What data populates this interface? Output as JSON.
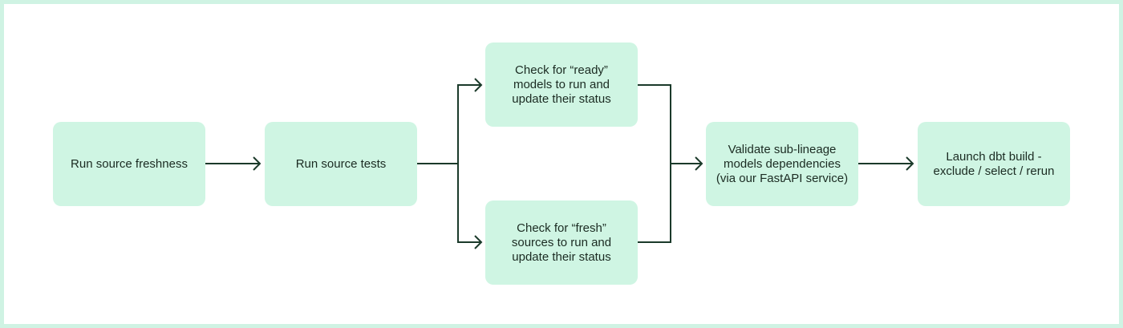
{
  "diagram": {
    "colors": {
      "node_fill": "#cff5e3",
      "frame_border": "#cff3e3",
      "connector": "#1b3a2a",
      "text": "#1b2b22"
    },
    "nodes": [
      {
        "id": "run-source-freshness",
        "label": "Run source freshness"
      },
      {
        "id": "run-source-tests",
        "label": "Run source tests"
      },
      {
        "id": "check-ready-models",
        "label": "Check for “ready”\nmodels to run and\nupdate their status"
      },
      {
        "id": "check-fresh-sources",
        "label": "Check for “fresh”\nsources to run and\nupdate their status"
      },
      {
        "id": "validate-sub-lineage",
        "label": "Validate sub-lineage\nmodels dependencies\n(via our FastAPI service)"
      },
      {
        "id": "launch-dbt-build",
        "label": "Launch dbt build -\nexclude / select / rerun"
      }
    ],
    "edges": [
      {
        "from": "run-source-freshness",
        "to": "run-source-tests"
      },
      {
        "from": "run-source-tests",
        "to": "check-ready-models"
      },
      {
        "from": "run-source-tests",
        "to": "check-fresh-sources"
      },
      {
        "from": "check-ready-models",
        "to": "validate-sub-lineage"
      },
      {
        "from": "check-fresh-sources",
        "to": "validate-sub-lineage"
      },
      {
        "from": "validate-sub-lineage",
        "to": "launch-dbt-build"
      }
    ]
  }
}
